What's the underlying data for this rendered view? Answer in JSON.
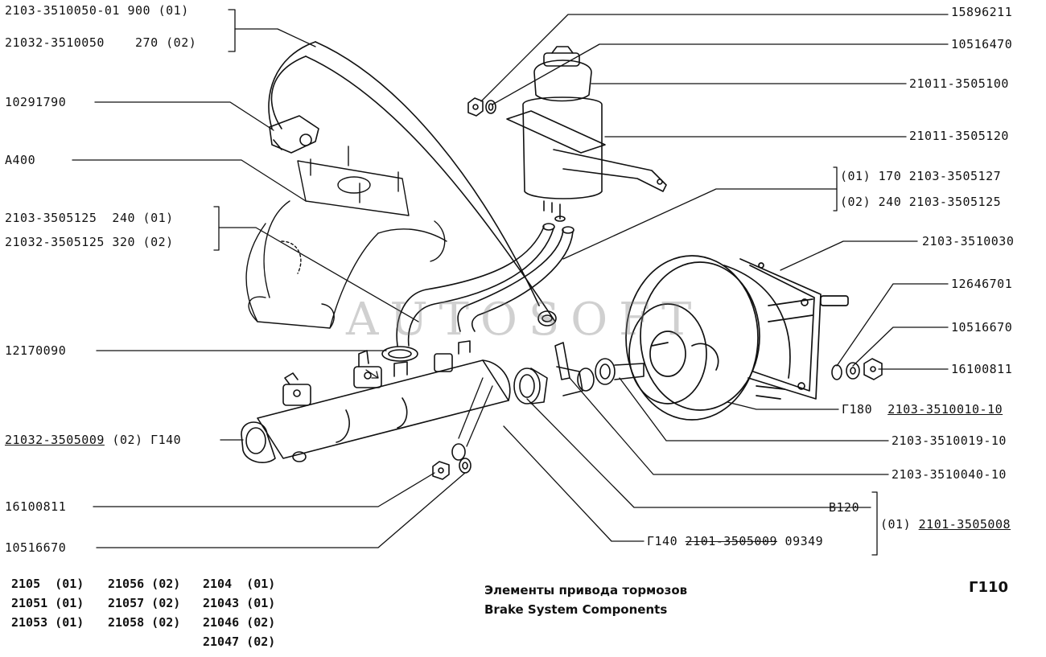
{
  "watermark": "AUTOSOFT",
  "page_code": "Г110",
  "title": {
    "ru": "Элементы привода тормозов",
    "en": "Brake System Components"
  },
  "labels": {
    "tl1": "2103-3510050-01 900 (01)",
    "tl2": "21032-3510050    270 (02)",
    "l_10291790": "10291790",
    "l_a400": "A400",
    "l_hose1": "2103-3505125  240 (01)",
    "l_hose2": "21032-3505125 320 (02)",
    "l_12170090": "12170090",
    "l_mc_code": "21032-3505009",
    "l_mc_rest": " (02) Г140",
    "l_16100811_left": "16100811",
    "l_10516670_left": "10516670",
    "r_15896211": "15896211",
    "r_10516470": "10516470",
    "r_21011_3505100": "21011-3505100",
    "r_21011_3505120": "21011-3505120",
    "r_hose1": "(01) 170 2103-3505127",
    "r_hose2": "(02) 240 2103-3505125",
    "r_2103_3510030": "2103-3510030",
    "r_12646701": "12646701",
    "r_10516670": "10516670",
    "r_16100811": "16100811",
    "r_g180_pre": "Г180  ",
    "r_g180_code": "2103-3510010-10",
    "r_2103_3510019": "2103-3510019-10",
    "r_2103_3510040": "2103-3510040-10",
    "r_b120": "B120",
    "r_01": "(01) ",
    "r_01_code": "2101-3505008",
    "r_g140_pre": "Г140 ",
    "r_g140_code": "2101-3505009",
    "r_g140_post": " 09349"
  },
  "models": {
    "col1": [
      "2105  (01)",
      "21051 (01)",
      "21053 (01)"
    ],
    "col2": [
      "21056 (02)",
      "21057 (02)",
      "21058 (02)"
    ],
    "col3": [
      "2104  (01)",
      "21043 (01)",
      "21046 (02)",
      "21047 (02)"
    ]
  }
}
